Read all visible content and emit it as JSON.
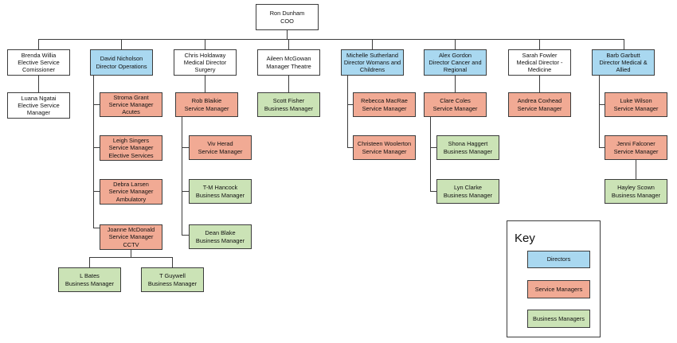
{
  "root": {
    "name": "Ron Dunham",
    "title": "COO"
  },
  "directors": [
    {
      "line1": "Brenda Willia",
      "line2": "Elective Service",
      "line3": "Comissioner"
    },
    {
      "line1": "David Nicholson",
      "line2": "Director Operations",
      "line3": ""
    },
    {
      "line1": "Chris Holdaway",
      "line2": "Medical Director Surgery",
      "line3": ""
    },
    {
      "line1": "Aileen McGowan",
      "line2": "Manager Theatre",
      "line3": ""
    },
    {
      "line1": "Michelle Sutherland",
      "line2": "Director Womans and",
      "line3": "Childrens"
    },
    {
      "line1": "Alex Gordon",
      "line2": "Director Cancer and",
      "line3": "Regional"
    },
    {
      "line1": "Sarah Fowler",
      "line2": "Medical Director -",
      "line3": "Medicine"
    },
    {
      "line1": "Barb Garbutt",
      "line2": "Director Medical & Allied",
      "line3": ""
    }
  ],
  "reports": [
    {
      "line1": "Luana Ngatai",
      "line2": "Elective Service",
      "line3": "Manager"
    },
    {
      "line1": "Stroma Grant",
      "line2": "Service Manager Acutes",
      "line3": ""
    },
    {
      "line1": "Leigh Singers",
      "line2": "Service Manager",
      "line3": "Elective Services"
    },
    {
      "line1": "Debra Larsen",
      "line2": "Service Manager",
      "line3": "Ambulatory"
    },
    {
      "line1": "Joanne McDonald",
      "line2": "Service Manager CCTV",
      "line3": ""
    },
    {
      "line1": "L Bates",
      "line2": "Business Manager",
      "line3": ""
    },
    {
      "line1": "T Guywell",
      "line2": "Business Manager",
      "line3": ""
    },
    {
      "line1": "Rob Blaikie",
      "line2": "Service Manager",
      "line3": ""
    },
    {
      "line1": "Viv Herad",
      "line2": "Service Manager",
      "line3": ""
    },
    {
      "line1": "T-M Hancock",
      "line2": "Business Manager",
      "line3": ""
    },
    {
      "line1": "Dean Blake",
      "line2": "Business Manager",
      "line3": ""
    },
    {
      "line1": "Scott Fisher",
      "line2": "Business Manager",
      "line3": ""
    },
    {
      "line1": "Rebecca MacRae",
      "line2": "Service Manager",
      "line3": ""
    },
    {
      "line1": "Christeen Woolerton",
      "line2": "Service Manager",
      "line3": ""
    },
    {
      "line1": "Clare Coles",
      "line2": "Service Manager",
      "line3": ""
    },
    {
      "line1": "Shona Haggert",
      "line2": "Business Manager",
      "line3": ""
    },
    {
      "line1": "Lyn Clarke",
      "line2": "Business Manager",
      "line3": ""
    },
    {
      "line1": "Andrea Coxhead",
      "line2": "Service Manager",
      "line3": ""
    },
    {
      "line1": "Luke Wilson",
      "line2": "Service Manager",
      "line3": ""
    },
    {
      "line1": "Jenni Falconer",
      "line2": "Service Manager",
      "line3": ""
    },
    {
      "line1": "Hayley Scown",
      "line2": "Business Manager",
      "line3": ""
    }
  ],
  "key": {
    "title": "Key",
    "items": [
      {
        "label": "Directors",
        "color": "#a9d8f0"
      },
      {
        "label": "Service Managers",
        "color": "#f1aa94"
      },
      {
        "label": "Business Managers",
        "color": "#cbe3b6"
      }
    ]
  }
}
